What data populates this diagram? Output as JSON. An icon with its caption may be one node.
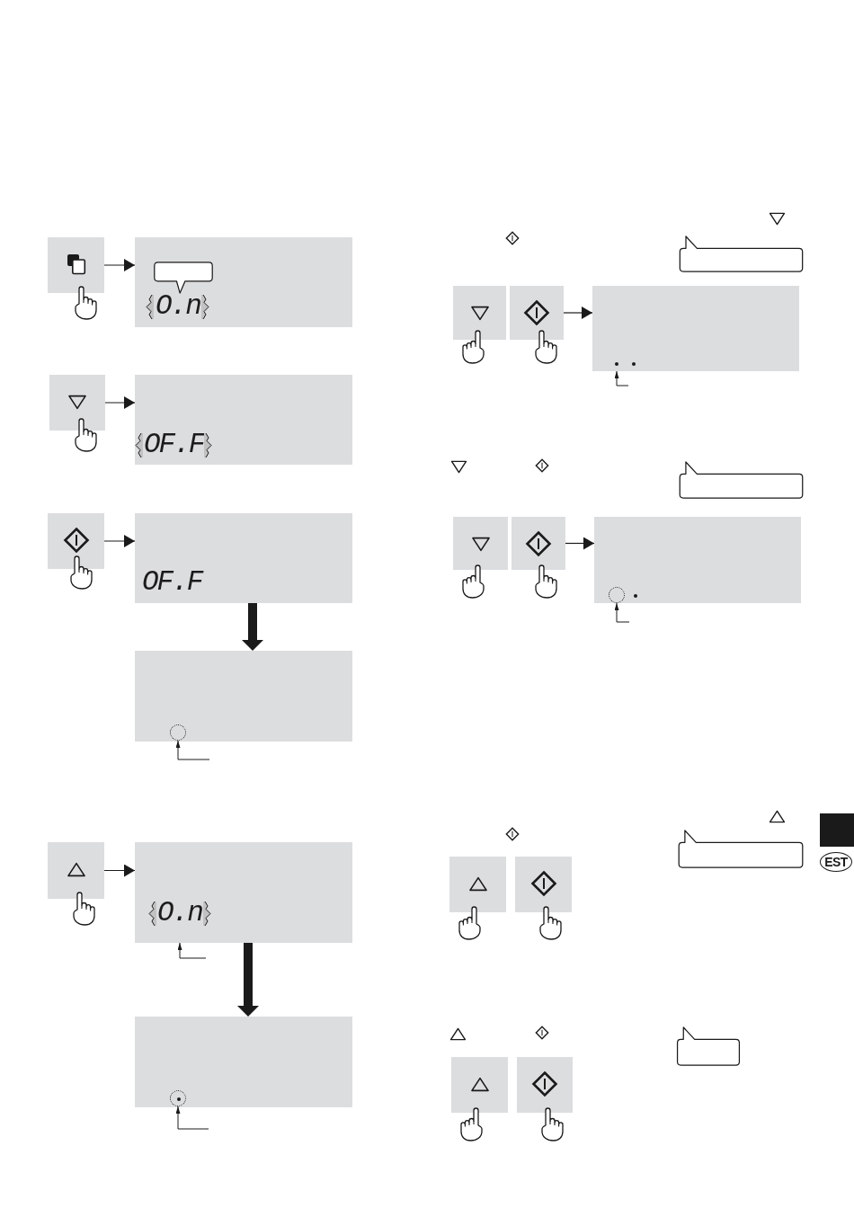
{
  "diagram": {
    "nodes": [
      {
        "text": [],
        "shape": "box"
      },
      {
        "text": [
          "O.n"
        ]
      },
      {
        "text": [],
        "shape": "box"
      },
      {
        "text": [
          "OF.F"
        ]
      },
      {
        "text": [],
        "shape": "box"
      },
      {
        "text": [
          "OF.F"
        ]
      },
      {
        "text": [],
        "shape": "box"
      },
      {
        "text": [],
        "shape": "circle",
        "in": 6
      },
      {
        "text": [],
        "shape": "box"
      },
      {
        "text": [
          "O.n"
        ]
      },
      {
        "text": [],
        "shape": "box"
      },
      {
        "text": [],
        "shape": "circle",
        "in": 10
      },
      {
        "text": [],
        "shape": "callout"
      },
      {
        "text": [],
        "shape": "box"
      },
      {
        "text": [],
        "shape": "box"
      },
      {
        "text": [],
        "shape": "box"
      },
      {
        "text": [],
        "shape": "callout"
      },
      {
        "text": [],
        "shape": "box"
      },
      {
        "text": [],
        "shape": "box"
      },
      {
        "text": [],
        "shape": "box"
      },
      {
        "text": [],
        "shape": "circle",
        "in": 19
      },
      {
        "text": [],
        "shape": "callout"
      },
      {
        "text": [],
        "shape": "box"
      },
      {
        "text": [],
        "shape": "box"
      },
      {
        "text": [],
        "shape": "callout"
      },
      {
        "text": [],
        "shape": "box"
      },
      {
        "text": [],
        "shape": "box"
      },
      {
        "text": [
          "EST"
        ]
      }
    ],
    "edges": [
      {
        "from": 0,
        "to": 1,
        "arrow": "to"
      },
      {
        "from": 2,
        "to": 3,
        "arrow": "to"
      },
      {
        "from": 4,
        "to": 5,
        "arrow": "to"
      },
      {
        "from": 5,
        "to": 6,
        "arrow": "to",
        "style": "thick"
      },
      {
        "from": null,
        "to": 7,
        "arrow": "to"
      },
      {
        "from": 8,
        "to": 9,
        "arrow": "to"
      },
      {
        "from": null,
        "to": 9,
        "arrow": "to"
      },
      {
        "from": 9,
        "to": 10,
        "arrow": "to",
        "style": "thick"
      },
      {
        "from": null,
        "to": 11,
        "arrow": "to"
      },
      {
        "from": 14,
        "to": 15,
        "arrow": "to"
      },
      {
        "from": null,
        "to": 15,
        "arrow": "to"
      },
      {
        "from": 18,
        "to": 19,
        "arrow": "to"
      },
      {
        "from": null,
        "to": 20,
        "arrow": "to"
      }
    ]
  }
}
